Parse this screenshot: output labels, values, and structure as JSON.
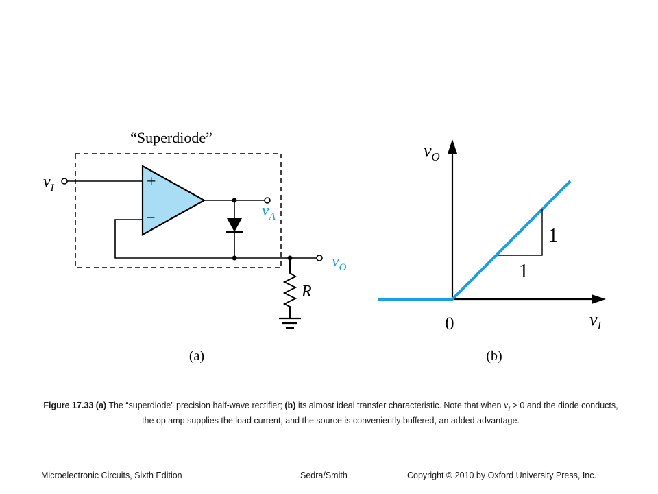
{
  "circuit": {
    "title": "“Superdiode”",
    "input_label": "v",
    "input_sub": "I",
    "va_label": "v",
    "va_sub": "A",
    "vo_label": "v",
    "vo_sub": "O",
    "plus_sign": "+",
    "minus_sign": "−",
    "resistor_label": "R",
    "panel_label": "(a)"
  },
  "graph": {
    "y_axis_label": "v",
    "y_axis_sub": "O",
    "x_axis_label": "v",
    "x_axis_sub": "I",
    "origin_label": "0",
    "slope_rise": "1",
    "slope_run": "1",
    "panel_label": "(b)"
  },
  "chart_data": {
    "type": "line",
    "title": "",
    "xlabel": "vI",
    "ylabel": "vO",
    "series": [
      {
        "x": [
          -1,
          0,
          1
        ],
        "y": [
          0,
          0,
          1
        ]
      }
    ],
    "slope_for_positive_x": 1
  },
  "caption": {
    "bold_prefix": "Figure 17.33 (a)",
    "text1": " The “superdiode” precision half-wave rectifier; ",
    "bold_b": "(b)",
    "text2": " its almost ideal transfer characteristic. Note that when ",
    "var": "v",
    "var_sub": "I",
    "text3": " > 0 and the diode conducts,",
    "line2": "the op amp supplies the load current, and the source is conveniently buffered, an added advantage."
  },
  "footer": {
    "left": "Microelectronic Circuits, Sixth Edition",
    "center": "Sedra/Smith",
    "right": "Copyright © 2010 by Oxford University Press, Inc."
  },
  "colors": {
    "opamp_fill": "#a9dcf5",
    "accent_blue": "#1aa0e0",
    "ink": "#000000"
  }
}
